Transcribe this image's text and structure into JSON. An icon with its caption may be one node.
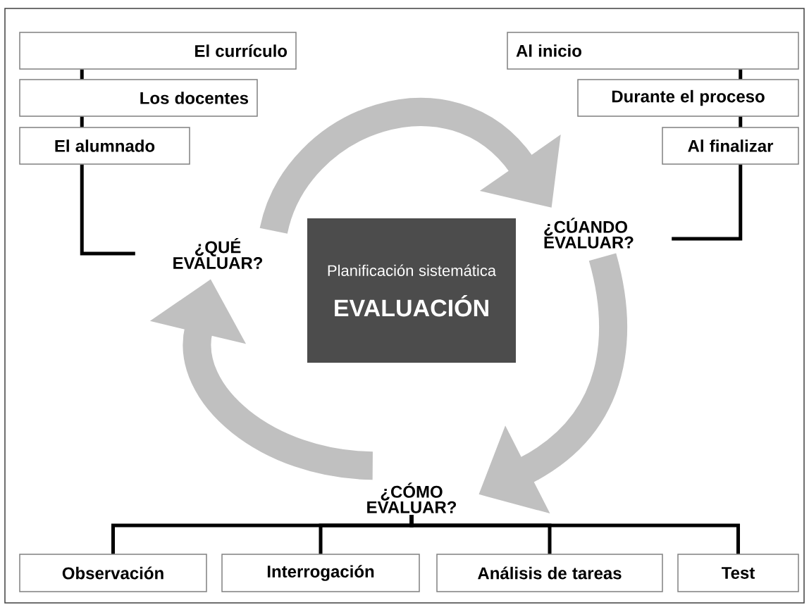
{
  "diagram": {
    "nodes": [
      {
        "text": [
          "El currículo"
        ]
      },
      {
        "text": [
          "Los docentes"
        ]
      },
      {
        "text": [
          "El alumnado"
        ]
      },
      {
        "text": [
          "Al inicio"
        ]
      },
      {
        "text": [
          "Durante el proceso"
        ]
      },
      {
        "text": [
          "Al finalizar"
        ]
      },
      {
        "text": [
          "¿QUÉ EVALUAR?"
        ]
      },
      {
        "text": [
          "¿CÚANDO EVALUAR?"
        ]
      },
      {
        "text": [
          "Planificación sistemática",
          "EVALUACIÓN"
        ]
      },
      {
        "text": [
          "¿CÓMO EVALUAR?"
        ]
      },
      {
        "text": [
          "Observación"
        ]
      },
      {
        "text": [
          "Interrogación"
        ]
      },
      {
        "text": [
          "Análisis de tareas"
        ]
      },
      {
        "text": [
          "Test"
        ]
      }
    ],
    "edges": [
      {
        "from": 0,
        "to": 1,
        "arrow": "none"
      },
      {
        "from": 1,
        "to": 2,
        "arrow": "none"
      },
      {
        "from": 2,
        "to": 6,
        "arrow": "none"
      },
      {
        "from": 3,
        "to": 4,
        "arrow": "none"
      },
      {
        "from": 4,
        "to": 5,
        "arrow": "none"
      },
      {
        "from": 5,
        "to": 7,
        "arrow": "none"
      },
      {
        "from": 9,
        "to": 10,
        "arrow": "none"
      },
      {
        "from": 9,
        "to": 11,
        "arrow": "none"
      },
      {
        "from": 9,
        "to": 12,
        "arrow": "none"
      },
      {
        "from": 9,
        "to": 13,
        "arrow": "none"
      },
      {
        "from": 6,
        "to": 7,
        "arrow": "to",
        "style": "thick",
        "color": "#c0c0c0"
      },
      {
        "from": 7,
        "to": 9,
        "arrow": "to",
        "style": "thick",
        "color": "#c0c0c0"
      },
      {
        "from": 9,
        "to": 6,
        "arrow": "to",
        "style": "thick",
        "color": "#c0c0c0"
      }
    ]
  }
}
